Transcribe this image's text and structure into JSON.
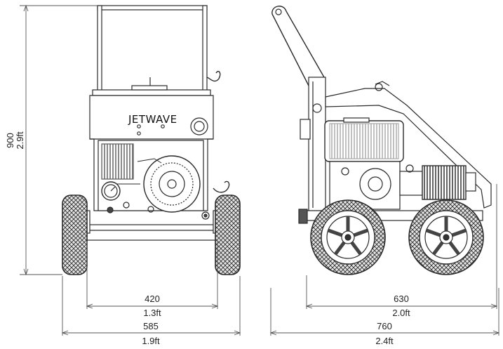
{
  "brand": {
    "logo_text": "JETWAVE"
  },
  "front_view": {
    "height": {
      "mm": "900",
      "ft": "2.9ft"
    },
    "frame_width": {
      "mm": "420",
      "ft": "1.3ft"
    },
    "overall_width": {
      "mm": "585",
      "ft": "1.9ft"
    }
  },
  "side_view": {
    "wheelbase": {
      "mm": "630",
      "ft": "2.0ft"
    },
    "overall_length": {
      "mm": "760",
      "ft": "2.4ft"
    }
  },
  "colors": {
    "line": "#2a2a2a",
    "dimension": "#555555",
    "tire": "#3a3a3a",
    "background": "#ffffff"
  }
}
